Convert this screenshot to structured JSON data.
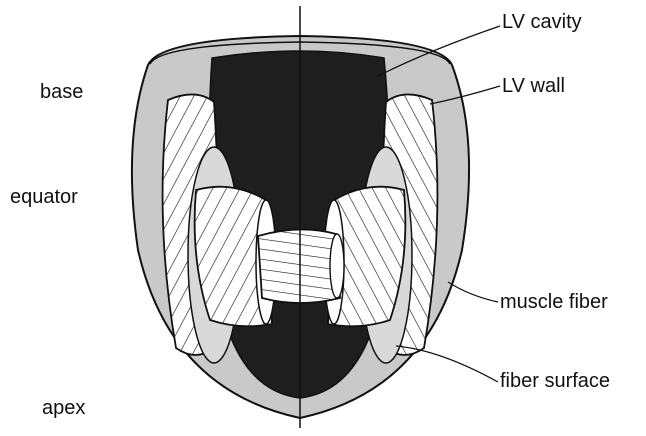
{
  "diagram": {
    "labels": {
      "base": "base",
      "equator": "equator",
      "apex": "apex",
      "lv_cavity": "LV cavity",
      "lv_wall": "LV wall",
      "muscle_fiber": "muscle fiber",
      "fiber_surface": "fiber surface"
    },
    "colors": {
      "cavity": "#1e1e1e",
      "wall": "#c9c9c9",
      "outline": "#111111",
      "fiber_fill": "#ffffff",
      "background": "#ffffff"
    }
  }
}
